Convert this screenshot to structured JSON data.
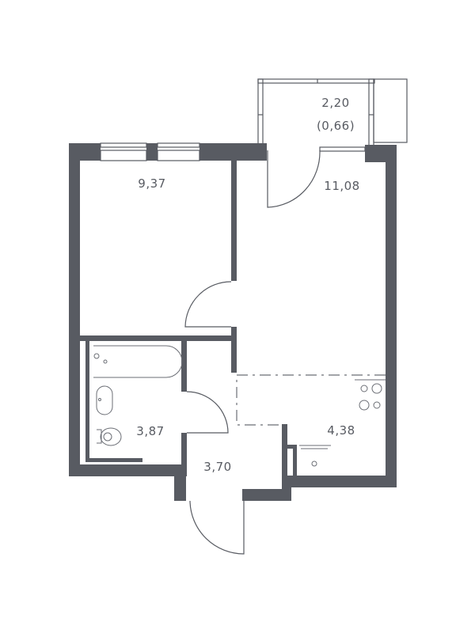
{
  "floor_plan": {
    "type": "apartment-floor-plan",
    "wall_color": "#585b62",
    "rooms": [
      {
        "id": "balcony",
        "area": "2,20",
        "area_reduced": "(0,66)"
      },
      {
        "id": "bedroom",
        "area": "9,37"
      },
      {
        "id": "living-room",
        "area": "11,08"
      },
      {
        "id": "bathroom",
        "area": "3,87"
      },
      {
        "id": "kitchen",
        "area": "4,38"
      },
      {
        "id": "hallway",
        "area": "3,70"
      }
    ]
  }
}
